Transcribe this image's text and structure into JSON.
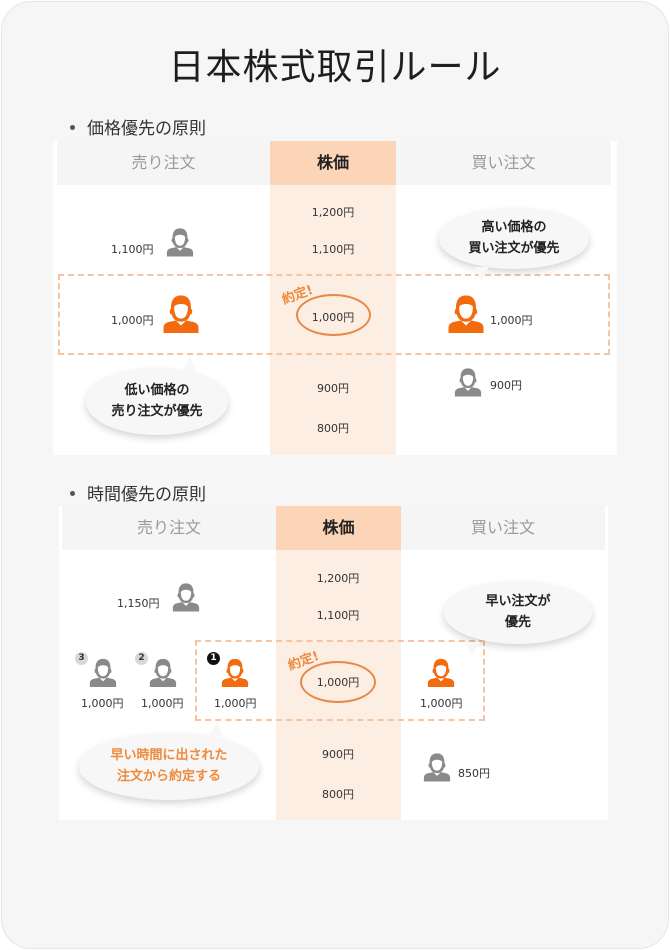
{
  "title": "日本株式取引ルール",
  "colors": {
    "accent_orange": "#f26b0f",
    "person_gray": "#8a8a8a",
    "price_column": "#fdeee3",
    "price_header": "#fcd4b8",
    "dashed_border": "#f6c4a0",
    "match_ellipse": "#e8894a"
  },
  "icons": {
    "person": "person-icon (bust silhouette)",
    "bullet": "bullet-dot"
  },
  "sections": [
    {
      "label": "価格優先の原則",
      "headers": {
        "sell": "売り注文",
        "price": "株価",
        "buy": "買い注文"
      },
      "prices": [
        "1,200円",
        "1,100円",
        "1,000円",
        "900円",
        "800円"
      ],
      "sell_orders": [
        {
          "amount": "1,100円",
          "color": "gray"
        },
        {
          "amount": "1,000円",
          "color": "orange"
        }
      ],
      "buy_orders": [
        {
          "amount": "1,000円",
          "color": "orange"
        },
        {
          "amount": "900円",
          "color": "gray"
        }
      ],
      "match_label": "約定!",
      "match_price": "1,000円",
      "bubble_buy": {
        "line1": "高い価格の",
        "line2": "買い注文が優先"
      },
      "bubble_sell": {
        "line1": "低い価格の",
        "line2": "売り注文が優先"
      }
    },
    {
      "label": "時間優先の原則",
      "headers": {
        "sell": "売り注文",
        "price": "株価",
        "buy": "買い注文"
      },
      "prices": [
        "1,200円",
        "1,100円",
        "1,000円",
        "900円",
        "800円"
      ],
      "sell_orders": [
        {
          "amount": "1,150円",
          "color": "gray"
        },
        {
          "amount": "1,000円",
          "color": "gray",
          "rank": "3"
        },
        {
          "amount": "1,000円",
          "color": "gray",
          "rank": "2"
        },
        {
          "amount": "1,000円",
          "color": "orange",
          "rank": "1"
        }
      ],
      "buy_orders": [
        {
          "amount": "1,000円",
          "color": "orange"
        },
        {
          "amount": "850円",
          "color": "gray"
        }
      ],
      "match_label": "約定!",
      "match_price": "1,000円",
      "bubble_buy": {
        "line1": "早い注文が",
        "line2": "優先"
      },
      "bubble_sell": {
        "line1": "早い時間に出された",
        "line2": "注文から約定する"
      }
    }
  ]
}
